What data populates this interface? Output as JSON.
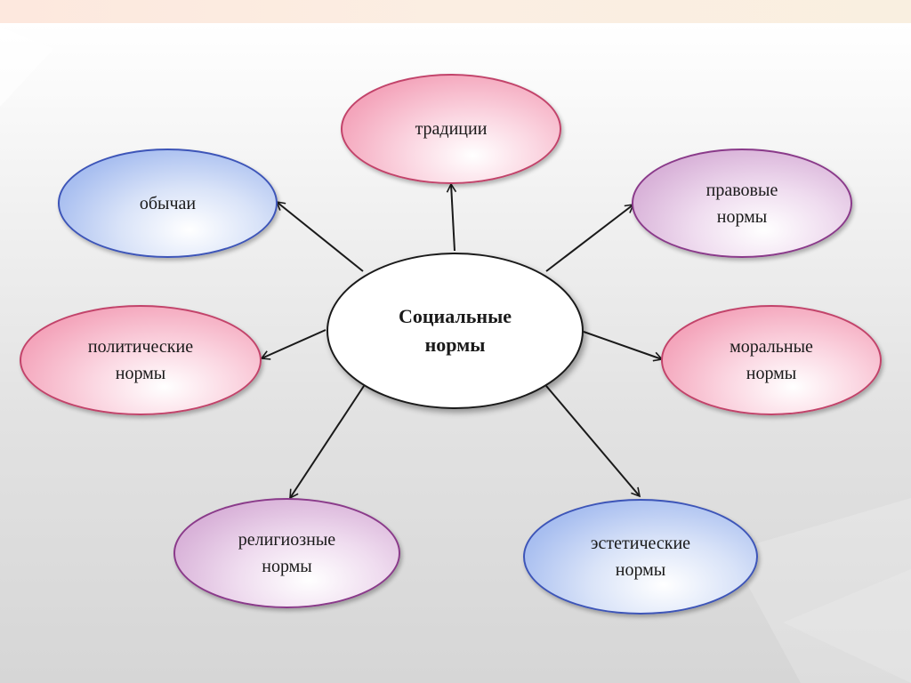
{
  "diagram": {
    "center": {
      "label": "Социальные\nнормы"
    },
    "nodes": [
      {
        "id": "traditions",
        "label": "традиции",
        "color": "pink"
      },
      {
        "id": "customs",
        "label": "обычаи",
        "color": "blue"
      },
      {
        "id": "legal",
        "label": "правовые\nнормы",
        "color": "violet"
      },
      {
        "id": "political",
        "label": "политические\nнормы",
        "color": "pink"
      },
      {
        "id": "moral",
        "label": "моральные\nнормы",
        "color": "pink"
      },
      {
        "id": "religious",
        "label": "религиозные\nнормы",
        "color": "violet"
      },
      {
        "id": "aesthetic",
        "label": "эстетические\nнормы",
        "color": "blue"
      }
    ]
  },
  "colors": {
    "pink_border": "#c2436a",
    "violet_border": "#8a3a8a",
    "blue_border": "#3d55b8",
    "arrow": "#1a1a1a"
  }
}
